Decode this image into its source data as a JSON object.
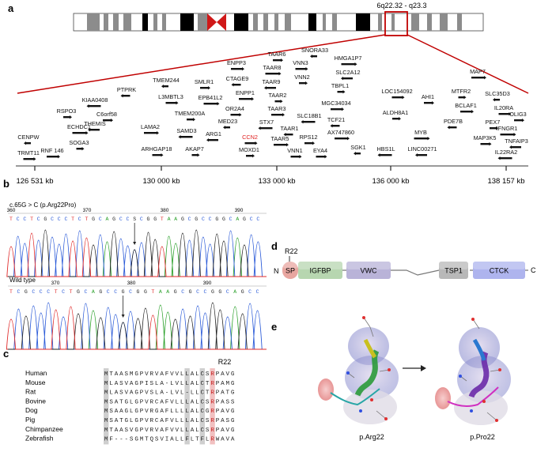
{
  "panels": {
    "a": {
      "label": "a",
      "region": "6q22.32 - q23.3",
      "axis_ticks": [
        "126 531 kb",
        "130 000 kb",
        "133 000 kb",
        "136 000 kb",
        "138 157 kb"
      ],
      "genes": [
        {
          "name": "CENPW",
          "highlight": false
        },
        {
          "name": "TRMT11",
          "highlight": false
        },
        {
          "name": "RSPO3",
          "highlight": false
        },
        {
          "name": "KIAA0408",
          "highlight": false
        },
        {
          "name": "C6orf58",
          "highlight": false
        },
        {
          "name": "ECHDC1",
          "highlight": false
        },
        {
          "name": "THEMIS",
          "highlight": false
        },
        {
          "name": "SOGA3",
          "highlight": false
        },
        {
          "name": "RNF 146",
          "highlight": false
        },
        {
          "name": "PTPRK",
          "highlight": false
        },
        {
          "name": "LAMA2",
          "highlight": false
        },
        {
          "name": "ARHGAP18",
          "highlight": false
        },
        {
          "name": "TMEM244",
          "highlight": false
        },
        {
          "name": "L3MBTL3",
          "highlight": false
        },
        {
          "name": "TMEM200A",
          "highlight": false
        },
        {
          "name": "SAMD3",
          "highlight": false
        },
        {
          "name": "SMLR1",
          "highlight": false
        },
        {
          "name": "EPB41L2",
          "highlight": false
        },
        {
          "name": "ARG1",
          "highlight": false
        },
        {
          "name": "AKAP7",
          "highlight": false
        },
        {
          "name": "ENPP3",
          "highlight": false
        },
        {
          "name": "CTAGE9",
          "highlight": false
        },
        {
          "name": "ENPP1",
          "highlight": false
        },
        {
          "name": "OR2A4",
          "highlight": false
        },
        {
          "name": "MED23",
          "highlight": false
        },
        {
          "name": "CCN2",
          "highlight": true
        },
        {
          "name": "MOXD1",
          "highlight": false
        },
        {
          "name": "STX7",
          "highlight": false
        },
        {
          "name": "TAAR6",
          "highlight": false
        },
        {
          "name": "TAAR8",
          "highlight": false
        },
        {
          "name": "TAAR9",
          "highlight": false
        },
        {
          "name": "TAAR2",
          "highlight": false
        },
        {
          "name": "TAAR3",
          "highlight": false
        },
        {
          "name": "TAAR1",
          "highlight": false
        },
        {
          "name": "TAAR5",
          "highlight": false
        },
        {
          "name": "VNN1",
          "highlight": false
        },
        {
          "name": "SNORA33",
          "highlight": false
        },
        {
          "name": "VNN3",
          "highlight": false
        },
        {
          "name": "VNN2",
          "highlight": false
        },
        {
          "name": "SLC18B1",
          "highlight": false
        },
        {
          "name": "RPS12",
          "highlight": false
        },
        {
          "name": "HMGA1P7",
          "highlight": false
        },
        {
          "name": "SLC2A12",
          "highlight": false
        },
        {
          "name": "TBPL1",
          "highlight": false
        },
        {
          "name": "MGC34034",
          "highlight": false
        },
        {
          "name": "TCF21",
          "highlight": false
        },
        {
          "name": "AX747860",
          "highlight": false
        },
        {
          "name": "EYA4",
          "highlight": false
        },
        {
          "name": "SGK1",
          "highlight": false
        },
        {
          "name": "LOC154092",
          "highlight": false
        },
        {
          "name": "ALDH8A1",
          "highlight": false
        },
        {
          "name": "HBS1L",
          "highlight": false
        },
        {
          "name": "AHI1",
          "highlight": false
        },
        {
          "name": "MYB",
          "highlight": false
        },
        {
          "name": "LINC00271",
          "highlight": false
        },
        {
          "name": "MTFR2",
          "highlight": false
        },
        {
          "name": "BCLAF1",
          "highlight": false
        },
        {
          "name": "PDE7B",
          "highlight": false
        },
        {
          "name": "MAP7",
          "highlight": false
        },
        {
          "name": "MAP3K5",
          "highlight": false
        },
        {
          "name": "SLC35D3",
          "highlight": false
        },
        {
          "name": "IL20RA",
          "highlight": false
        },
        {
          "name": "PEX7",
          "highlight": false
        },
        {
          "name": "IL22RA2",
          "highlight": false
        },
        {
          "name": "OLIG3",
          "highlight": false
        },
        {
          "name": "IFNGR1",
          "highlight": false
        },
        {
          "name": "TNFAIP3",
          "highlight": false
        }
      ]
    },
    "b": {
      "label": "b",
      "mutant_title": "c.65G > C (p.Arg22Pro)",
      "mutant_ticks": [
        "360",
        "370",
        "380",
        "390"
      ],
      "mutant_seq": "TCCTCGCCCTCTGCAGCCSCGGTAAGCGCCGGCAGCC",
      "wildtype_title": "Wild type",
      "wildtype_ticks": [
        "370",
        "380",
        "390"
      ],
      "wildtype_seq": "TCGCCCTCTGCAGCCGCGGTAAGCGCCGGCAGCC",
      "base_colors": {
        "A": "#2aa02a",
        "C": "#2a5ad8",
        "G": "#222222",
        "T": "#e02a2a",
        "S": "#222222"
      }
    },
    "c": {
      "label": "c",
      "marker": "R22",
      "rows": [
        {
          "species": "Human",
          "seq": "MTAASMGPVRVAFVVLLALCSRPAVG"
        },
        {
          "species": "Mouse",
          "seq": "MLASVAGPISLA-LVLLALCTRPAMG"
        },
        {
          "species": "Rat",
          "seq": "MLASVAGPVSLA-LVL-LLCTRPATG"
        },
        {
          "species": "Bovine",
          "seq": "MSATGLGPVRCAFVLLLALCSRPASS"
        },
        {
          "species": "Dog",
          "seq": "MSAAGLGPVRGAFLLLLALCGRPAVG"
        },
        {
          "species": "Pig",
          "seq": "MSATGLGPVRCAFVLLLALCSRPASG"
        },
        {
          "species": "Chimpanzee",
          "seq": "MTAASVGPVRVAFVVLLALCSRPAVG"
        },
        {
          "species": "Zebrafish",
          "seq": "MF---SGMTQSVIALLFLTFLRWAVA"
        }
      ]
    },
    "d": {
      "label": "d",
      "marker": "R22",
      "n_term": "N",
      "c_term": "C",
      "domains": [
        {
          "name": "SP",
          "color": "#e8a6a0"
        },
        {
          "name": "IGFBP",
          "color": "#b7d6b0"
        },
        {
          "name": "VWC",
          "color": "#b9b3d8"
        },
        {
          "name": "TSP1",
          "color": "#b8b8b8"
        },
        {
          "name": "CTCK",
          "color": "#aeb4ee"
        }
      ]
    },
    "e": {
      "label": "e",
      "left_caption": "p.Arg22",
      "right_caption": "p.Pro22"
    }
  },
  "colors": {
    "highlight": "#e02020",
    "chromosome_box": "#c00000",
    "band_dark": "#000000",
    "band_gray": "#8c8c8c",
    "centromere": "#d01818"
  }
}
